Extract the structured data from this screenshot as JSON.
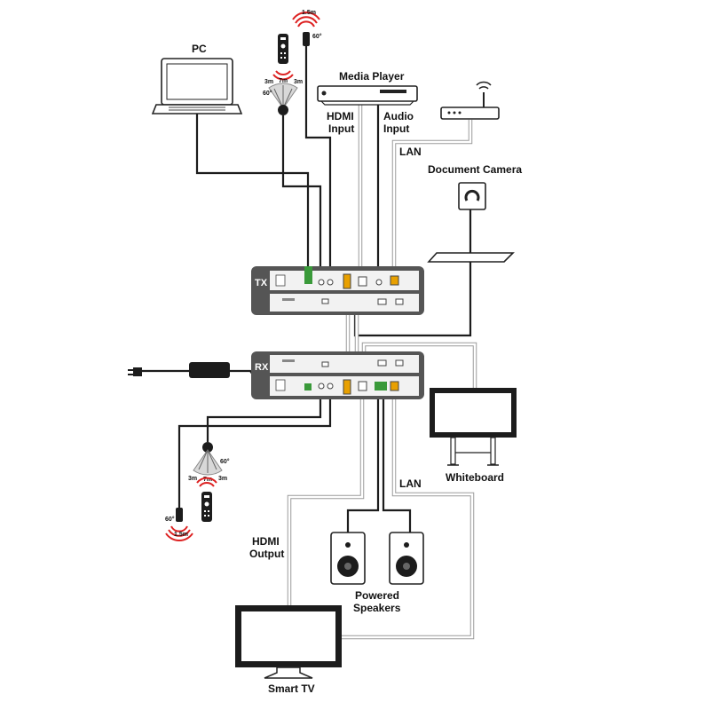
{
  "labels": {
    "pc": "PC",
    "media_player": "Media Player",
    "hdmi_input_1": "HDMI",
    "hdmi_input_2": "Input",
    "audio_input_1": "Audio",
    "audio_input_2": "Input",
    "lan_top": "LAN",
    "document_camera": "Document Camera",
    "tx": "TX",
    "rx": "RX",
    "whiteboard": "Whiteboard",
    "lan_bottom": "LAN",
    "hdmi_output_1": "HDMI",
    "hdmi_output_2": "Output",
    "powered_speakers_1": "Powered",
    "powered_speakers_2": "Speakers",
    "smart_tv": "Smart TV"
  },
  "ir_top": {
    "range": "1.5m",
    "angle": "60°",
    "left": "3m",
    "center": "7m",
    "right": "3m",
    "fan_angle": "60°"
  },
  "ir_bottom": {
    "range": "1.5m",
    "angle": "60°",
    "left": "3m",
    "center": "7m",
    "right": "3m",
    "fan_angle": "60°"
  }
}
